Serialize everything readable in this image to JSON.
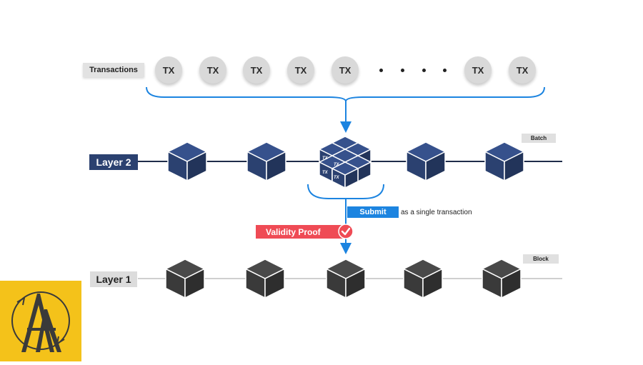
{
  "transactions": {
    "label": "Transactions",
    "items_before_ellipsis": [
      "TX",
      "TX",
      "TX",
      "TX",
      "TX"
    ],
    "items_after_ellipsis": [
      "TX",
      "TX"
    ],
    "ellipsis_dots": 4
  },
  "layer2": {
    "label": "Layer 2",
    "batch_label": "Batch",
    "batch_cube_labels": [
      "TX",
      "TX",
      "TX",
      "TX"
    ],
    "block_color": "#2b4170"
  },
  "submit": {
    "tag": "Submit",
    "note": "as a single transaction"
  },
  "validity_proof": {
    "label": "Validity Proof",
    "color": "#ef4b55",
    "icon": "check-circle-icon"
  },
  "layer1": {
    "label": "Layer 1",
    "block_label": "Block",
    "block_color": "#3a3a3a"
  },
  "colors": {
    "arrow": "#1c84e0",
    "layer2_line": "#1f2d4a",
    "layer1_line": "#cfcfcf",
    "logo_bg": "#f4c21a"
  }
}
